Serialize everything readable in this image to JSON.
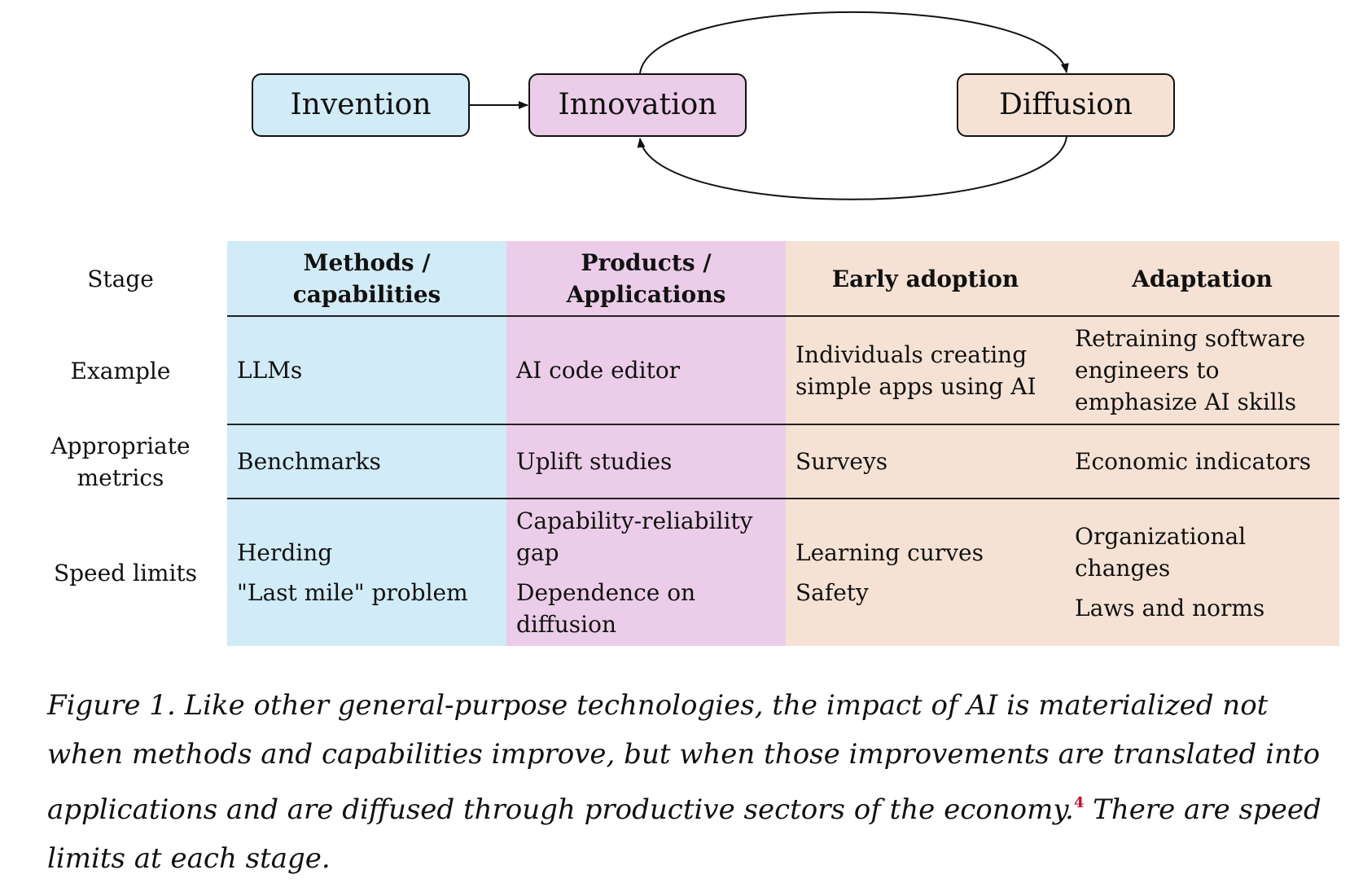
{
  "diagram": {
    "nodes": [
      {
        "id": "invention",
        "label": "Invention",
        "fill": "#d1ebf7"
      },
      {
        "id": "innovation",
        "label": "Innovation",
        "fill": "#eccde9"
      },
      {
        "id": "diffusion",
        "label": "Diffusion",
        "fill": "#f6e2d4"
      }
    ],
    "edges": [
      {
        "from": "invention",
        "to": "innovation"
      },
      {
        "from": "innovation",
        "to": "diffusion"
      },
      {
        "from": "diffusion",
        "to": "innovation"
      }
    ]
  },
  "table": {
    "row_labels": {
      "stage": "Stage",
      "example": "Example",
      "metrics": "Appropriate metrics",
      "speed": "Speed limits"
    },
    "columns": [
      {
        "header": "Methods / capabilities",
        "example": "LLMs",
        "metrics": "Benchmarks",
        "speed": [
          "Herding",
          "\"Last mile\" problem"
        ]
      },
      {
        "header": "Products / Applications",
        "example": "AI code editor",
        "metrics": "Uplift studies",
        "speed": [
          "Capability-reliability gap",
          "Dependence on diffusion"
        ]
      },
      {
        "header": "Early adoption",
        "example": "Individuals creating simple apps using AI",
        "metrics": "Surveys",
        "speed": [
          "Learning curves",
          "Safety"
        ]
      },
      {
        "header": "Adaptation",
        "example": "Retraining software engineers to emphasize AI skills",
        "metrics": "Economic indicators",
        "speed": [
          "Organizational changes",
          "Laws and norms"
        ]
      }
    ]
  },
  "caption": {
    "text": "Figure 1. Like other general-purpose technologies, the impact of AI is materialized not when methods and capabilities improve, but when those improvements are translated into applications and are diffused through productive sectors of the economy.",
    "footnote": "4",
    "text_after": " There are speed limits at each stage."
  },
  "colors": {
    "blue": "#d1ebf7",
    "pink": "#eccde9",
    "peach": "#f6e2d4",
    "footnote": "#c8102e"
  }
}
